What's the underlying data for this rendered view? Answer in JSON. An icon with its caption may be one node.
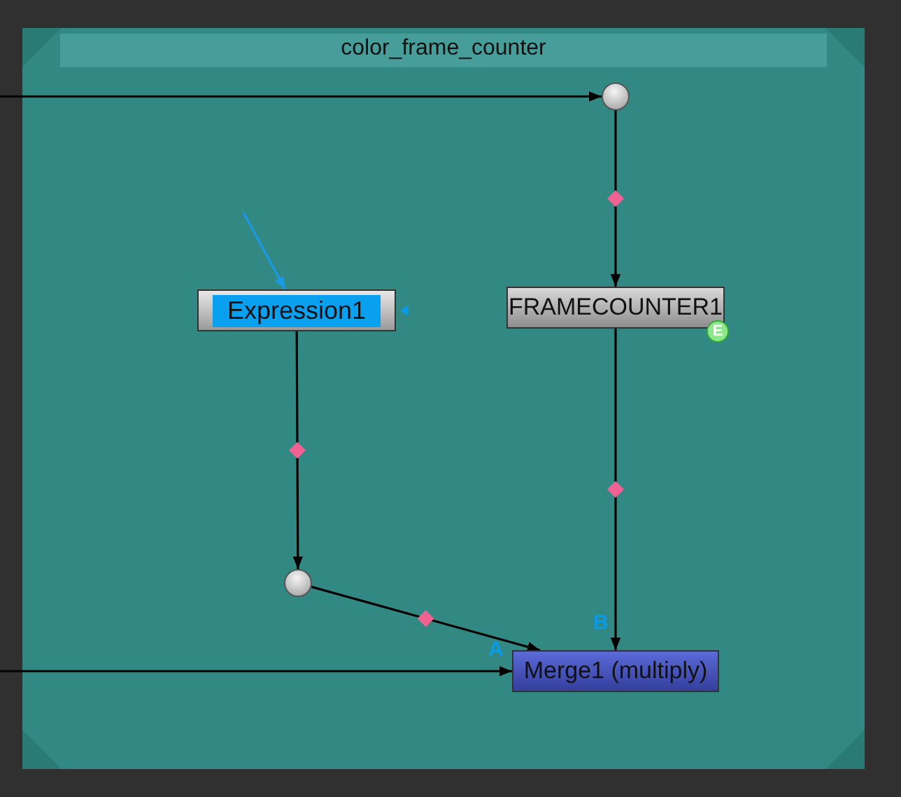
{
  "diagram": {
    "nodes": [
      {
        "text": [
          "color_frame_counter"
        ]
      },
      {
        "text": [],
        "shape": "circle",
        "in": 0
      },
      {
        "text": [
          "Expression1"
        ],
        "in": 0
      },
      {
        "text": [
          "FRAMECOUNTER1"
        ],
        "in": 0
      },
      {
        "text": [],
        "shape": "circle",
        "in": 0
      },
      {
        "text": [
          "Merge1 (multiply)"
        ],
        "in": 0
      }
    ],
    "edges": [
      {
        "from": null,
        "to": 1,
        "arrow": "to"
      },
      {
        "from": 1,
        "to": 3,
        "arrow": "to"
      },
      {
        "from": null,
        "to": 2,
        "arrow": "to",
        "color": "#1a9ae6"
      },
      {
        "from": 2,
        "to": 4,
        "arrow": "to"
      },
      {
        "from": 4,
        "to": 5,
        "arrow": "to"
      },
      {
        "from": 3,
        "to": 5,
        "arrow": "to"
      },
      {
        "from": null,
        "to": 5,
        "arrow": "to"
      }
    ],
    "labels": [
      "E",
      "B",
      "A"
    ]
  }
}
